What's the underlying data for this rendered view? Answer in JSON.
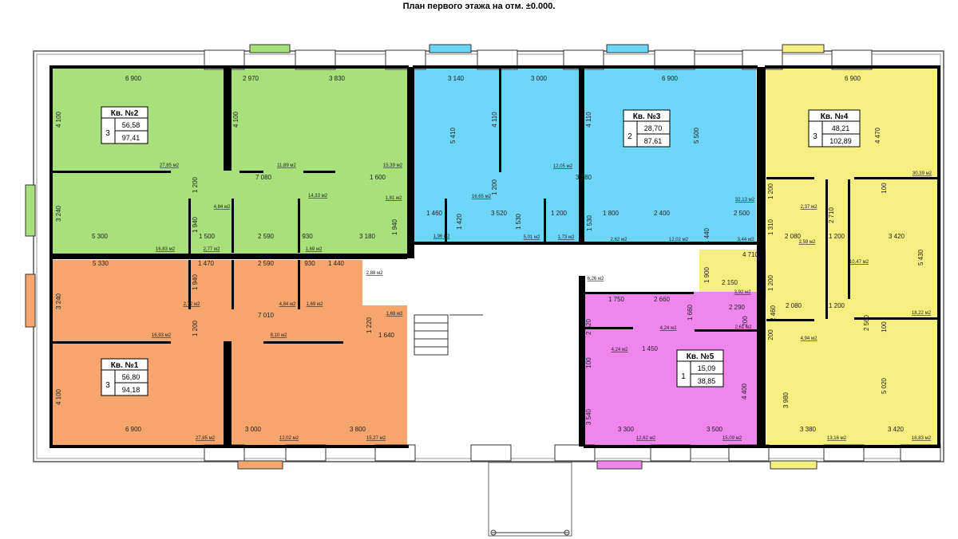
{
  "title": "План первого этажа на отм. ±0.000.",
  "colors": {
    "apt1": "#f6a56c",
    "apt2": "#a8e07c",
    "apt3": "#6dd6f8",
    "apt4": "#f6ee80",
    "apt5": "#ee86ee",
    "wall": "#000000"
  },
  "apartments": [
    {
      "name": "Кв. №2",
      "rooms": "3",
      "living": "56,58",
      "total": "97,41"
    },
    {
      "name": "Кв. №3",
      "rooms": "2",
      "living": "28,70",
      "total": "87,61"
    },
    {
      "name": "Кв. №4",
      "rooms": "3",
      "living": "48,21",
      "total": "102,89"
    },
    {
      "name": "Кв. №1",
      "rooms": "3",
      "living": "56,80",
      "total": "94,18"
    },
    {
      "name": "Кв. №5",
      "rooms": "1",
      "living": "15,09",
      "total": "38,85"
    }
  ],
  "dimensions": [
    "6 900",
    "2 970",
    "3 830",
    "3 140",
    "3 000",
    "6 900",
    "6 900",
    "4 100",
    "4 100",
    "4 110",
    "4 110",
    "5 410",
    "5 500",
    "4 470",
    "7 080",
    "1 600",
    "1 200",
    "3 280",
    "1 200",
    "1 200",
    "2 710",
    "100",
    "3 240",
    "1 940",
    "1 500",
    "2 590",
    "930",
    "3 180",
    "1 940",
    "1 460",
    "1 420",
    "3 520",
    "1 530",
    "1 200",
    "1 530",
    "1 800",
    "2 400",
    "1 440",
    "2 500",
    "1 310",
    "2 080",
    "1 200",
    "3 420",
    "5 430",
    "5 300",
    "5 330",
    "1 470",
    "2 590",
    "930",
    "1 440",
    "4 710",
    "1 900",
    "2 150",
    "1 200",
    "3 240",
    "1 940",
    "1 750",
    "2 660",
    "1 660",
    "2 290",
    "2 460",
    "2 080",
    "1 200",
    "1 200",
    "7 010",
    "1 220",
    "1 640",
    "2 520",
    "1 450",
    "200",
    "200",
    "2 560",
    "100",
    "4 100",
    "100",
    "3 540",
    "4 400",
    "3 980",
    "5 020",
    "6 900",
    "3 000",
    "3 800",
    "3 300",
    "3 500",
    "3 380",
    "3 420"
  ],
  "areas": [
    "27,85 м2",
    "11,89 м2",
    "15,39 м2",
    "12,05 м2",
    "30,39 м2",
    "14,33 м2",
    "1,81 м2",
    "16,65 м2",
    "32,13 м2",
    "4,84 м2",
    "2,37 м2",
    "16,83 м2",
    "2,77 м2",
    "1,69 м2",
    "1,96 м2",
    "5,01 м2",
    "1,73 м2",
    "2,62 м2",
    "12,02 м2",
    "3,44 м2",
    "2,59 м2",
    "10,47 м2",
    "2,88 м2",
    "6,26 м2",
    "3,92 м2",
    "2,72 м2",
    "4,84 м2",
    "1,69 м2",
    "1,69 м2",
    "2,61 м2",
    "18,22 м2",
    "16,93 м2",
    "4,24 м2",
    "8,10 м2",
    "4,24 м2",
    "4,94 м2",
    "27,85 м2",
    "12,02 м2",
    "15,27 м2",
    "12,62 м2",
    "15,09 м2",
    "13,16 м2",
    "16,83 м2"
  ]
}
